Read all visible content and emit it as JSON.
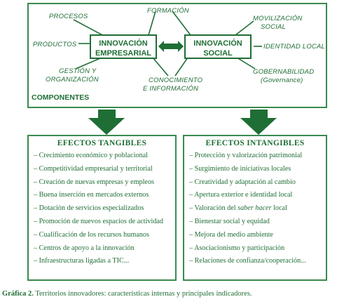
{
  "components": {
    "labels": {
      "procesos": "PROCESOS",
      "formacion": "FORMACIÓN",
      "movilizacion_l1": "MOVILIZACIÓN",
      "movilizacion_l2": "SOCIAL",
      "productos": "PRODUCTOS",
      "identidad": "IDENTIDAD LOCAL",
      "gestion_l1": "GESTIÓN Y",
      "gestion_l2": "ORGANIZACIÓN",
      "conocimiento_l1": "CONOCIMIENTO",
      "conocimiento_l2": "E INFORMACIÓN",
      "gobernabilidad_l1": "GOBERNABILIDAD",
      "gobernabilidad_l2": "(Governance)"
    },
    "innovacion_empresarial_l1": "INNOVACIÓN",
    "innovacion_empresarial_l2": "EMPRESARIAL",
    "innovacion_social_l1": "INNOVACIÓN",
    "innovacion_social_l2": "SOCIAL",
    "title": "COMPONENTES"
  },
  "tangibles": {
    "title": "EFECTOS TANGIBLES",
    "items": [
      "– Crecimiento económico y poblacional",
      "– Competitividad empresarial y territorial",
      "– Creación de nuevas empresas y empleos",
      "– Buena inserción en mercados externos",
      "– Dotación de servicios especializados",
      "– Promoción de nuevos espacios de actividad",
      "– Cualificación de los recursos humanos",
      "– Centros de apoyo a la innovación",
      "– Infraestructuras ligadas a TIC..."
    ]
  },
  "intangibles": {
    "title": "EFECTOS INTANGIBLES",
    "items": [
      "– Protección y valorización patrimonial",
      "– Surgimiento de iniciativas locales",
      "– Creatividad y adaptación al cambio",
      "– Apertura exterior e identidad local",
      "– Bienestar social y equidad",
      "– Mejora del medio ambiente",
      "– Asociacionismo y participación",
      "– Relaciones de confianza/cooperación..."
    ],
    "saber_hacer": {
      "prefix": "– Valoración del ",
      "italic": "saber hacer",
      "suffix": " local"
    }
  },
  "caption": {
    "label": "Gráfica 2.",
    "text": " Territorios innovadores: características internas y principales indicadores."
  },
  "colors": {
    "primary": "#1f6e35",
    "border": "#3a8a4e"
  }
}
